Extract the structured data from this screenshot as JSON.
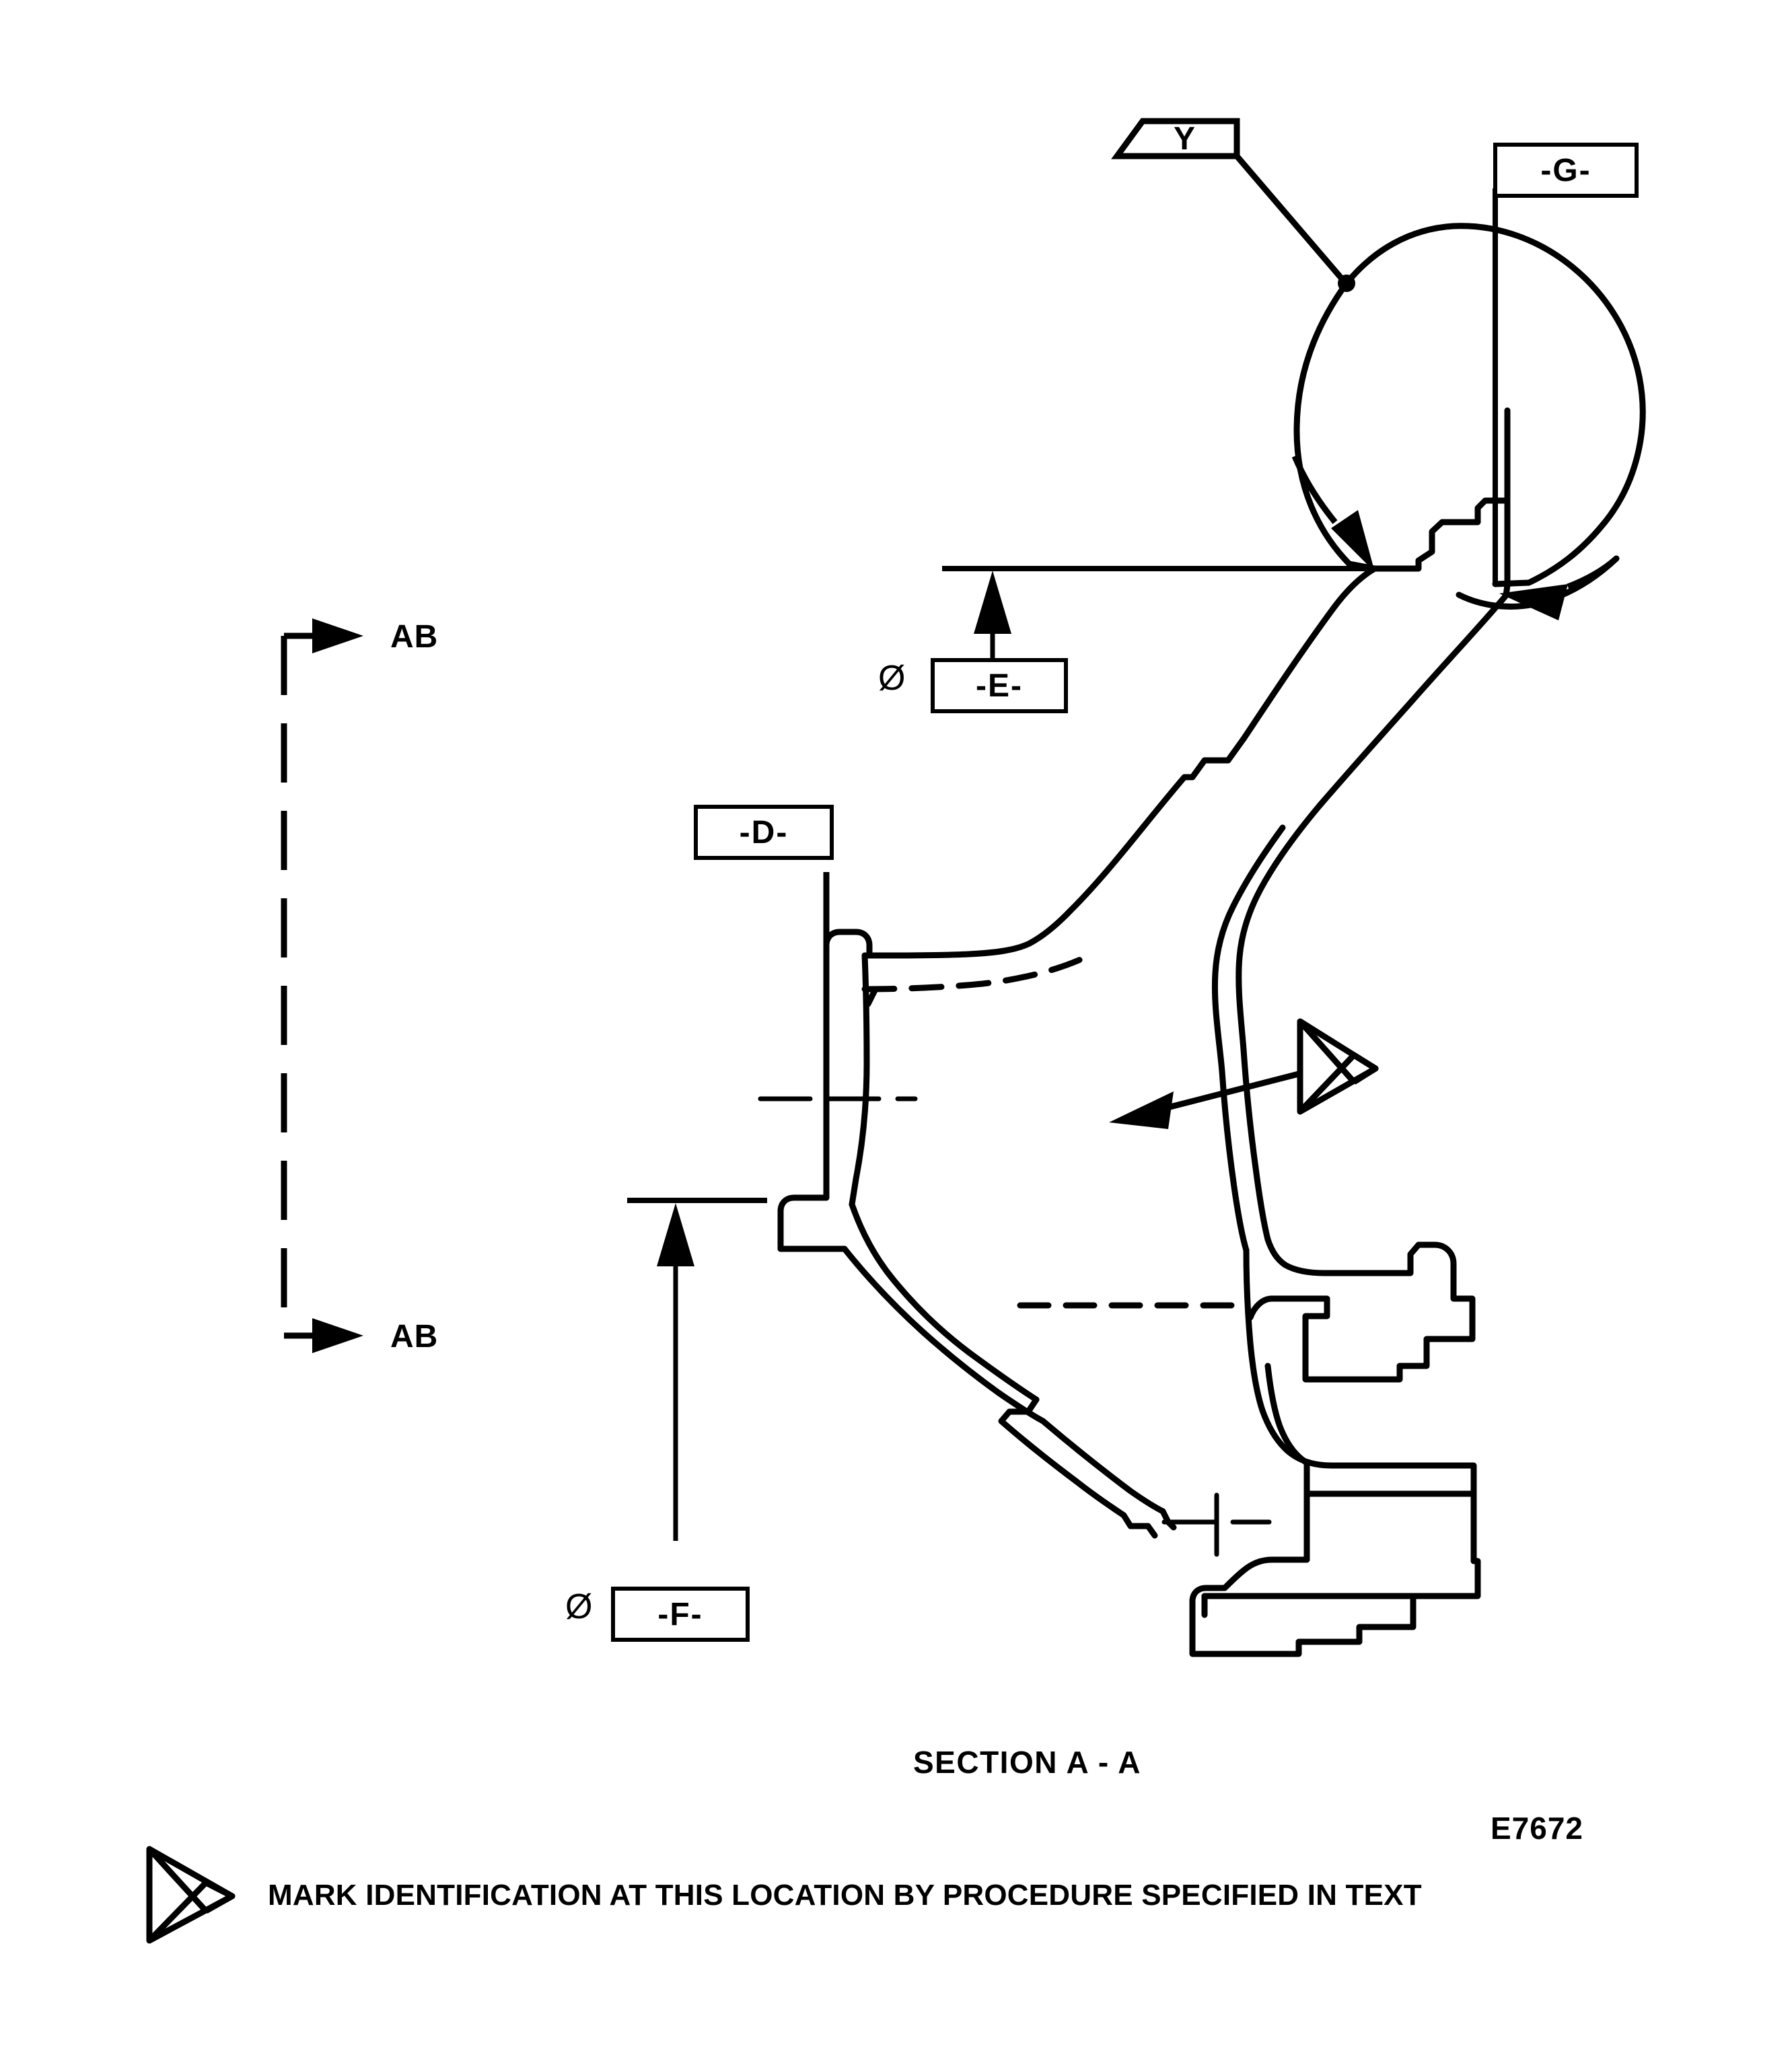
{
  "drawing": {
    "title": "SECTION A - A",
    "drawing_number": "E7672",
    "note": "MARK IDENTIFICATION AT THIS LOCATION BY PROCEDURE SPECIFIED IN TEXT",
    "background_color": "#ffffff",
    "line_color": "#000000"
  },
  "section_markers": [
    {
      "id": "ab-top",
      "label": "AB"
    },
    {
      "id": "ab-bottom",
      "label": "AB"
    }
  ],
  "datums": [
    {
      "id": "datum-g",
      "label": "-G-",
      "position": "top-right"
    },
    {
      "id": "datum-e",
      "label": "-E-",
      "position": "upper-middle",
      "modifier": "Ø"
    },
    {
      "id": "datum-d",
      "label": "-D-",
      "position": "middle-left"
    },
    {
      "id": "datum-f",
      "label": "-F-",
      "position": "bottom-left",
      "modifier": "Ø"
    }
  ],
  "flags": [
    {
      "id": "flag-y",
      "label": "Y",
      "shape": "parallelogram"
    },
    {
      "id": "flag-mark-callout",
      "label": "",
      "shape": "triangle-x"
    },
    {
      "id": "flag-mark-legend",
      "label": "",
      "shape": "triangle-x"
    }
  ],
  "symbols": {
    "diameter": "Ø",
    "dash": "-"
  }
}
